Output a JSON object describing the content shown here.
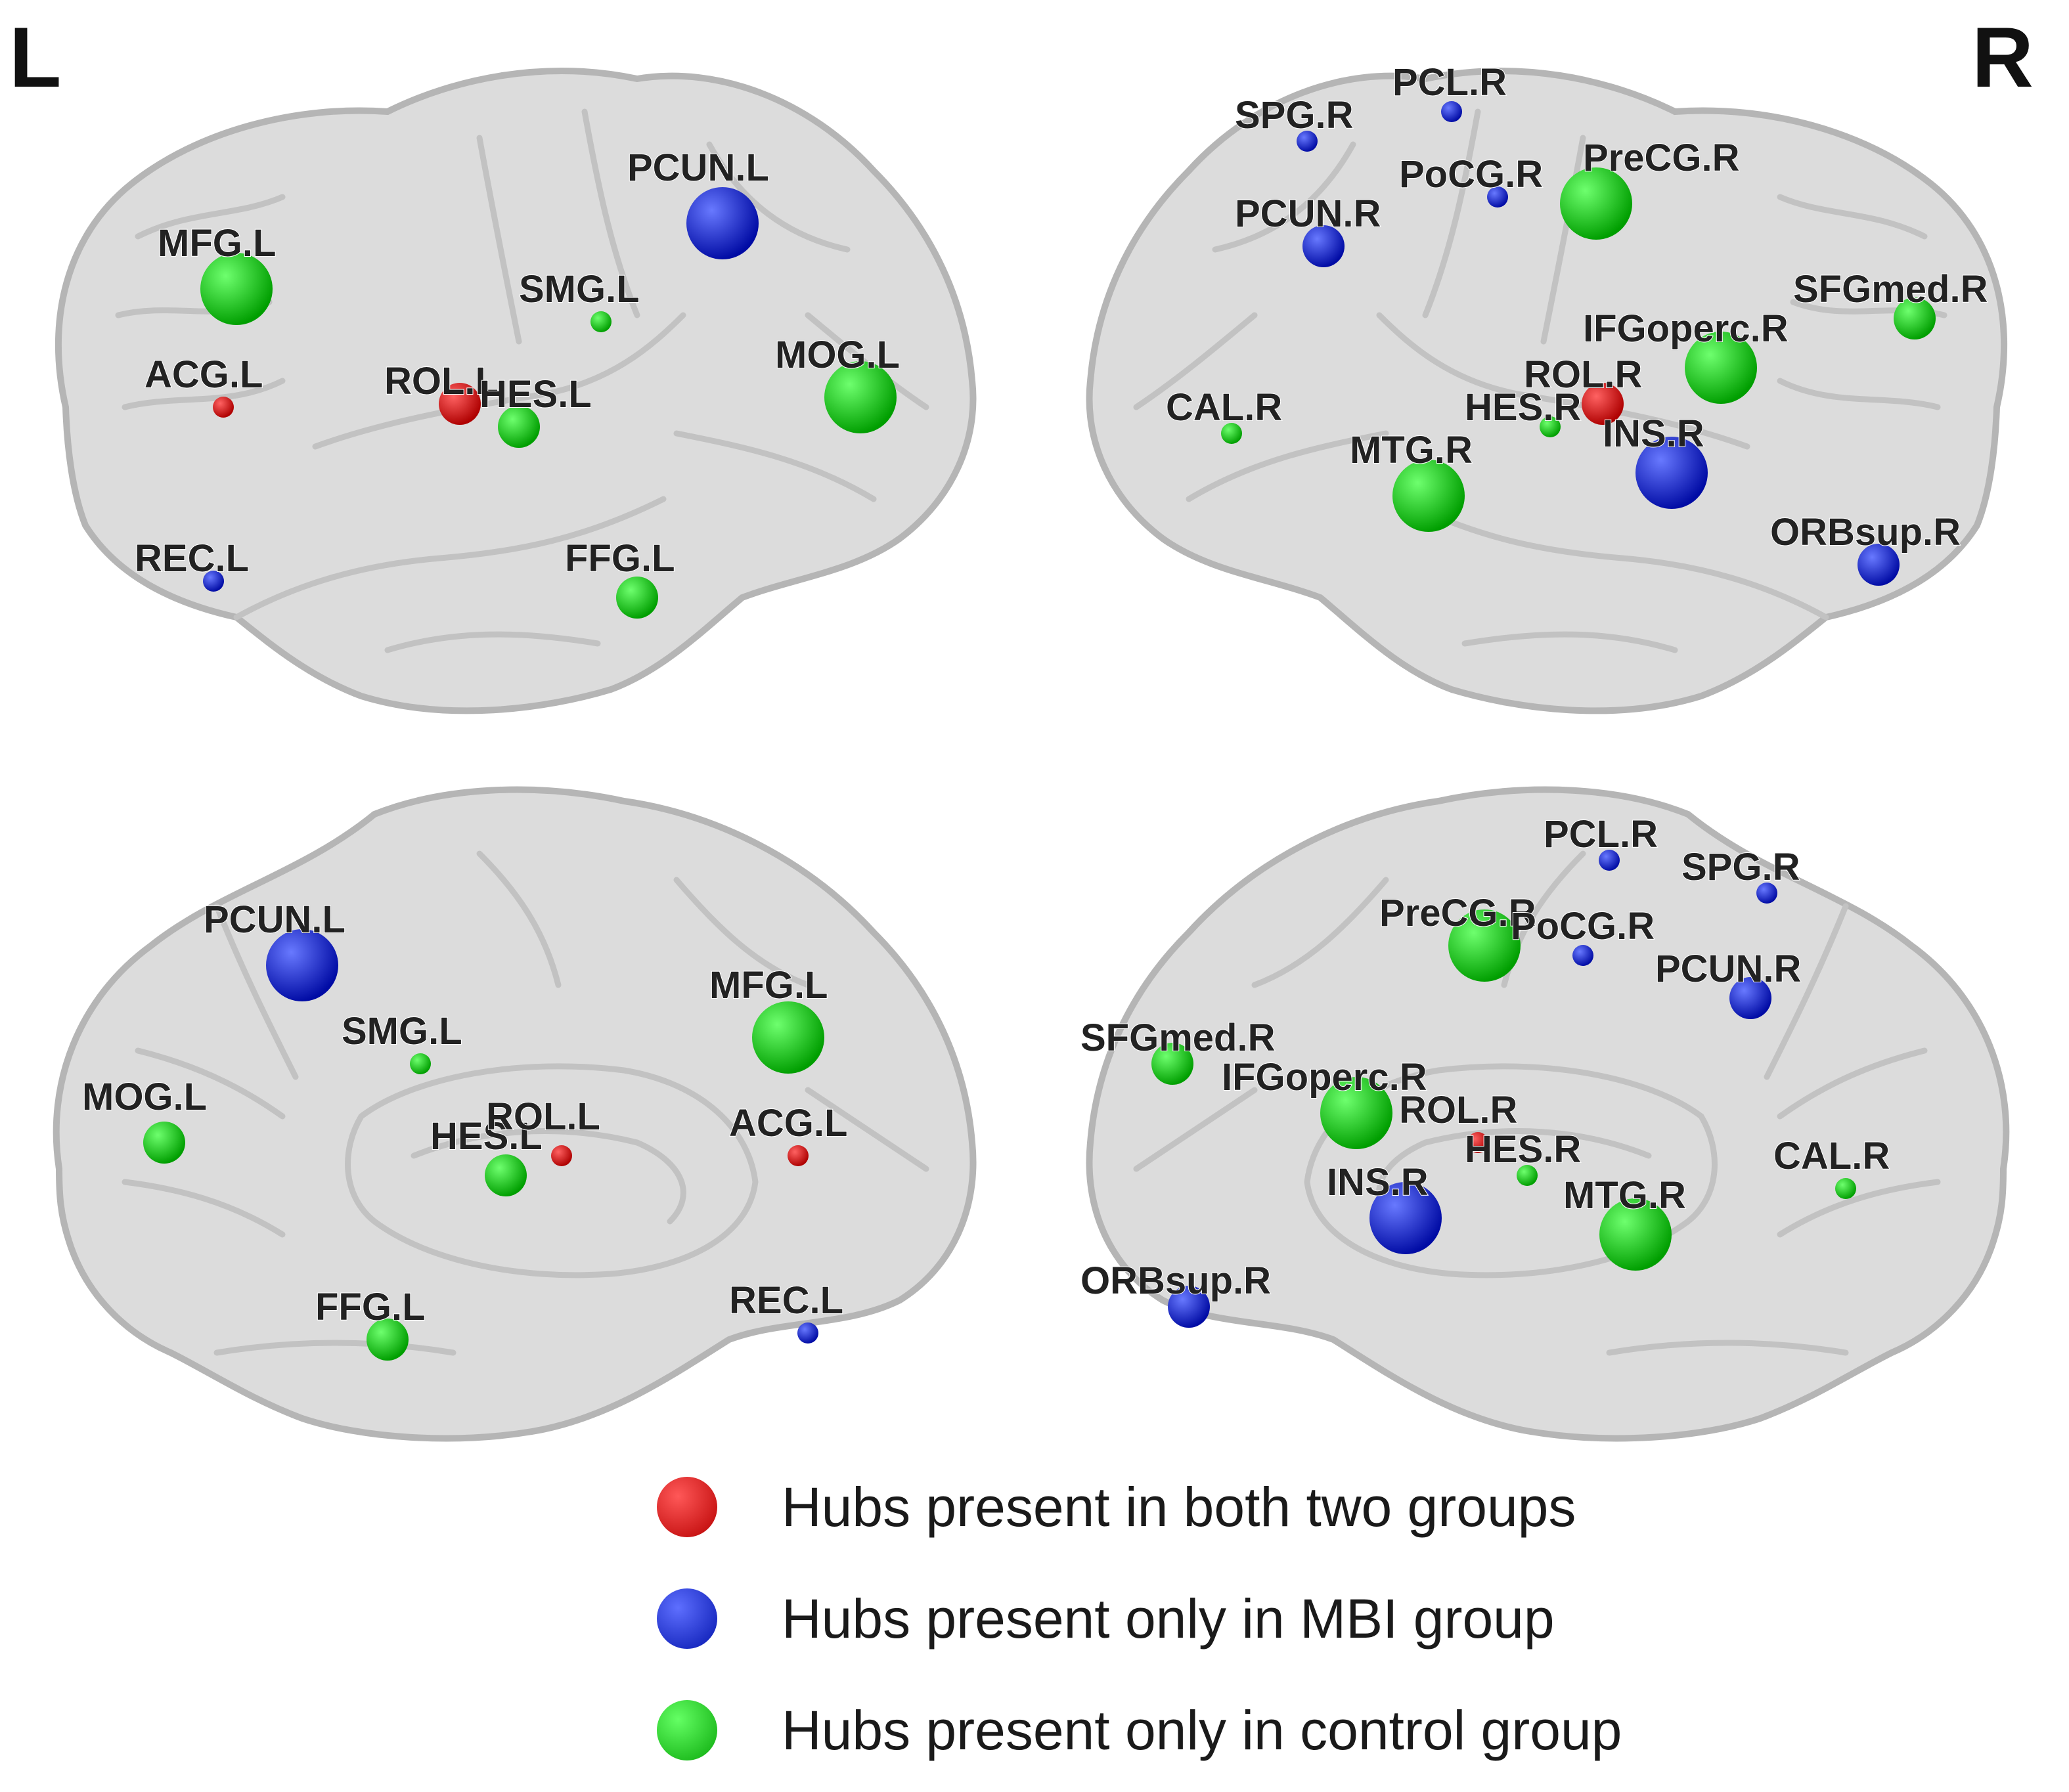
{
  "hemisphere_labels": {
    "left": "L",
    "right": "R"
  },
  "colors": {
    "both_groups": "#d61c1c",
    "mbi_only": "#2233cc",
    "control_only": "#28c628",
    "brain_fill": "#dcdcdc",
    "brain_fold": "#bdbdbd"
  },
  "views": [
    {
      "id": "left-lateral",
      "nodes": [
        {
          "label": "MFG.L",
          "group": "control_only",
          "size": "large"
        },
        {
          "label": "ACG.L",
          "group": "both_groups",
          "size": "small"
        },
        {
          "label": "REC.L",
          "group": "mbi_only",
          "size": "small"
        },
        {
          "label": "ROL.L",
          "group": "both_groups",
          "size": "medium"
        },
        {
          "label": "HES.L",
          "group": "control_only",
          "size": "medium"
        },
        {
          "label": "SMG.L",
          "group": "control_only",
          "size": "small"
        },
        {
          "label": "PCUN.L",
          "group": "mbi_only",
          "size": "large"
        },
        {
          "label": "MOG.L",
          "group": "control_only",
          "size": "large"
        },
        {
          "label": "FFG.L",
          "group": "control_only",
          "size": "medium"
        }
      ]
    },
    {
      "id": "right-lateral",
      "nodes": [
        {
          "label": "SPG.R",
          "group": "mbi_only",
          "size": "small"
        },
        {
          "label": "PCL.R",
          "group": "mbi_only",
          "size": "small"
        },
        {
          "label": "PoCG.R",
          "group": "mbi_only",
          "size": "small"
        },
        {
          "label": "PreCG.R",
          "group": "control_only",
          "size": "large"
        },
        {
          "label": "PCUN.R",
          "group": "mbi_only",
          "size": "medium"
        },
        {
          "label": "SFGmed.R",
          "group": "control_only",
          "size": "medium"
        },
        {
          "label": "IFGoperc.R",
          "group": "control_only",
          "size": "large"
        },
        {
          "label": "ROL.R",
          "group": "both_groups",
          "size": "medium"
        },
        {
          "label": "HES.R",
          "group": "control_only",
          "size": "small"
        },
        {
          "label": "INS.R",
          "group": "mbi_only",
          "size": "large"
        },
        {
          "label": "CAL.R",
          "group": "control_only",
          "size": "small"
        },
        {
          "label": "MTG.R",
          "group": "control_only",
          "size": "large"
        },
        {
          "label": "ORBsup.R",
          "group": "mbi_only",
          "size": "medium"
        }
      ]
    },
    {
      "id": "left-medial",
      "nodes": [
        {
          "label": "PCUN.L",
          "group": "mbi_only",
          "size": "large"
        },
        {
          "label": "SMG.L",
          "group": "control_only",
          "size": "small"
        },
        {
          "label": "MFG.L",
          "group": "control_only",
          "size": "large"
        },
        {
          "label": "MOG.L",
          "group": "control_only",
          "size": "medium"
        },
        {
          "label": "HES.L",
          "group": "control_only",
          "size": "medium"
        },
        {
          "label": "ROL.L",
          "group": "both_groups",
          "size": "small"
        },
        {
          "label": "ACG.L",
          "group": "both_groups",
          "size": "small"
        },
        {
          "label": "FFG.L",
          "group": "control_only",
          "size": "medium"
        },
        {
          "label": "REC.L",
          "group": "mbi_only",
          "size": "small"
        }
      ]
    },
    {
      "id": "right-medial",
      "nodes": [
        {
          "label": "PCL.R",
          "group": "mbi_only",
          "size": "small"
        },
        {
          "label": "SPG.R",
          "group": "mbi_only",
          "size": "small"
        },
        {
          "label": "PreCG.R",
          "group": "control_only",
          "size": "large"
        },
        {
          "label": "PoCG.R",
          "group": "mbi_only",
          "size": "small"
        },
        {
          "label": "PCUN.R",
          "group": "mbi_only",
          "size": "medium"
        },
        {
          "label": "SFGmed.R",
          "group": "control_only",
          "size": "medium"
        },
        {
          "label": "IFGoperc.R",
          "group": "control_only",
          "size": "large"
        },
        {
          "label": "ROL.R",
          "group": "both_groups",
          "size": "small"
        },
        {
          "label": "HES.R",
          "group": "control_only",
          "size": "small"
        },
        {
          "label": "INS.R",
          "group": "mbi_only",
          "size": "large"
        },
        {
          "label": "MTG.R",
          "group": "control_only",
          "size": "large"
        },
        {
          "label": "CAL.R",
          "group": "control_only",
          "size": "small"
        },
        {
          "label": "ORBsup.R",
          "group": "mbi_only",
          "size": "medium"
        }
      ]
    }
  ],
  "legend": [
    {
      "group": "both_groups",
      "text": "Hubs present in both two groups"
    },
    {
      "group": "mbi_only",
      "text": "Hubs present only in MBI group"
    },
    {
      "group": "control_only",
      "text": "Hubs present only in control group"
    }
  ]
}
